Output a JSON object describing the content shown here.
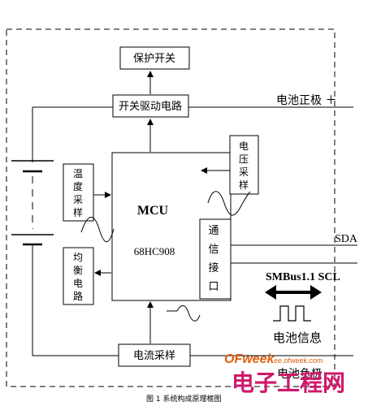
{
  "blocks": {
    "protection_switch": "保护开关",
    "switch_driver": "开关驱动电路",
    "mcu_title": "MCU",
    "mcu_model": "68HC908",
    "temp_sampling": [
      "温",
      "度",
      "采",
      "样"
    ],
    "voltage_sampling": [
      "电",
      "压",
      "采",
      "样"
    ],
    "balance_circuit": [
      "均",
      "衡",
      "电",
      "路"
    ],
    "comm_interface": [
      "通",
      "信",
      "接",
      "口"
    ],
    "current_sampling": "电流采样"
  },
  "labels": {
    "battery_positive": "电池正极 ＋",
    "battery_negative": "电池负极",
    "sda": "SDA",
    "smbus": "SMBus1.1 SCL",
    "battery_info": "电池信息"
  },
  "watermark": {
    "brand": "OFweek",
    "site": "ee.ofweek.com",
    "title": "电子工程网"
  },
  "caption": "图 1   系统构成原理框图"
}
